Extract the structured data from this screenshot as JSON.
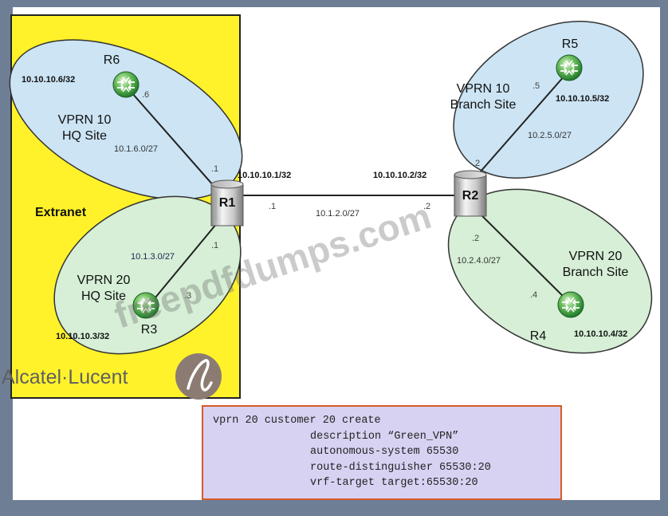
{
  "routers": {
    "r1": "R1",
    "r2": "R2",
    "r3": "R3",
    "r4": "R4",
    "r5": "R5",
    "r6": "R6"
  },
  "loopbacks": {
    "r1": "10.10.10.1/32",
    "r2": "10.10.10.2/32",
    "r3": "10.10.10.3/32",
    "r4": "10.10.10.4/32",
    "r5": "10.10.10.5/32",
    "r6": "10.10.10.6/32"
  },
  "subnets": {
    "r1_r2": "10.1.2.0/27",
    "r1_r6": "10.1.6.0/27",
    "r1_r3": "10.1.3.0/27",
    "r2_r5": "10.2.5.0/27",
    "r2_r4": "10.2.4.0/27"
  },
  "host_octets": {
    "r6_side": ".6",
    "r1_to_r6": ".1",
    "r1_to_r3": ".1",
    "r3_side": ".3",
    "r1_to_r2": ".1",
    "r2_to_r1": ".2",
    "r2_to_r5": ".2",
    "r5_side": ".5",
    "r2_to_r4": ".2",
    "r4_side": ".4"
  },
  "sites": {
    "hq10": [
      "VPRN 10",
      "HQ Site"
    ],
    "hq20": [
      "VPRN 20",
      "HQ Site"
    ],
    "branch10": [
      "VPRN 10",
      "Branch Site"
    ],
    "branch20": [
      "VPRN 20",
      "Branch Site"
    ]
  },
  "extranet_label": "Extranet",
  "vendor_logo": "Alcatel·Lucent",
  "watermark": "freepdfdumps.com",
  "config_lines": [
    "vprn 20 customer 20 create",
    "description “Green_VPN”",
    "autonomous-system 65530",
    "route-distinguisher 65530:20",
    "vrf-target target:65530:20"
  ],
  "colors": {
    "extranet": "#fff22a",
    "blue_site": "#cce4f4",
    "green_site": "#d6efd6",
    "code_bg": "#d7d2f2",
    "code_border": "#d55a2c"
  }
}
